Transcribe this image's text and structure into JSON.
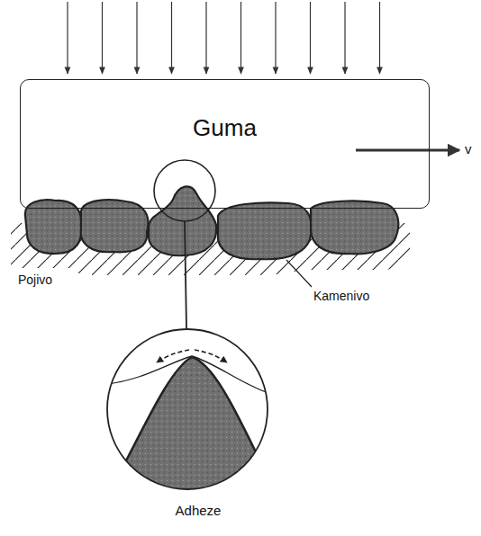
{
  "diagram": {
    "nodes": [
      {
        "text": [
          "Guma"
        ]
      },
      {
        "text": [
          "Adheze"
        ]
      }
    ],
    "labels": [
      "Pojivo",
      "Kamenivo",
      "v"
    ]
  }
}
